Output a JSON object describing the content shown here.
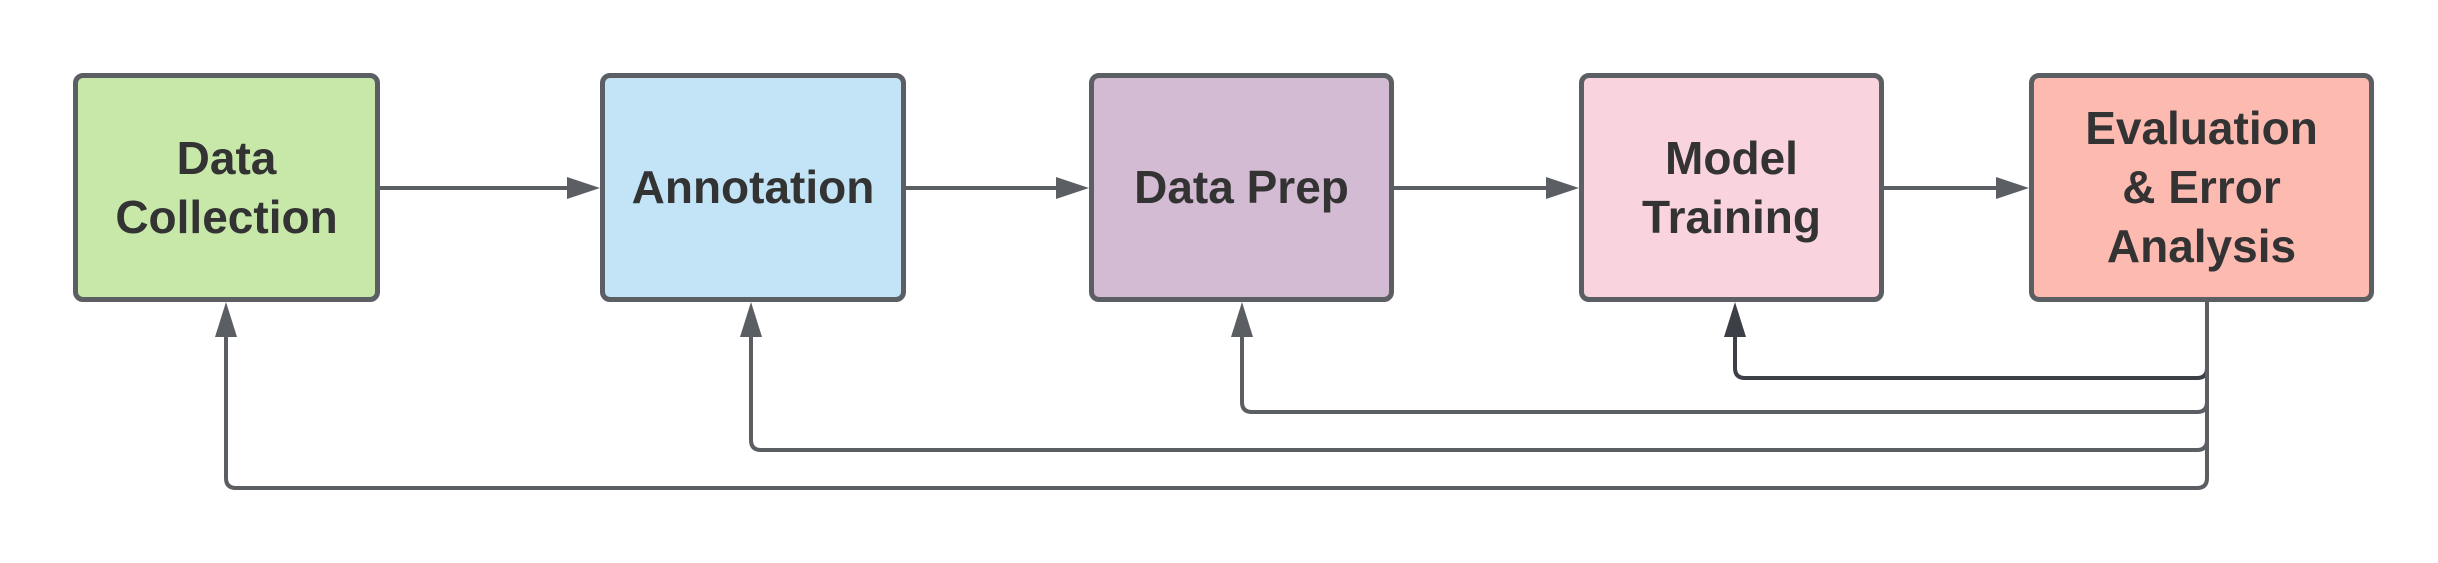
{
  "nodes": [
    {
      "id": "data-collection",
      "label": "Data\nCollection",
      "fill": "#c8e8aa"
    },
    {
      "id": "annotation",
      "label": "Annotation",
      "fill": "#c2e4f6"
    },
    {
      "id": "data-prep",
      "label": "Data Prep",
      "fill": "#d2bbd3"
    },
    {
      "id": "model-training",
      "label": "Model\nTraining",
      "fill": "#f9d3de"
    },
    {
      "id": "evaluation",
      "label": "Evaluation\n& Error\nAnalysis",
      "fill": "#fdbab0"
    }
  ],
  "edges": [
    {
      "from": "data-collection",
      "to": "annotation",
      "kind": "forward"
    },
    {
      "from": "annotation",
      "to": "data-prep",
      "kind": "forward"
    },
    {
      "from": "data-prep",
      "to": "model-training",
      "kind": "forward"
    },
    {
      "from": "model-training",
      "to": "evaluation",
      "kind": "forward"
    },
    {
      "from": "evaluation",
      "to": "model-training",
      "kind": "feedback"
    },
    {
      "from": "evaluation",
      "to": "data-prep",
      "kind": "feedback"
    },
    {
      "from": "evaluation",
      "to": "annotation",
      "kind": "feedback"
    },
    {
      "from": "evaluation",
      "to": "data-collection",
      "kind": "feedback"
    }
  ],
  "colors": {
    "border": "#5b5e62",
    "arrow": "#5b5e62",
    "text": "#333333",
    "background": "#ffffff"
  }
}
